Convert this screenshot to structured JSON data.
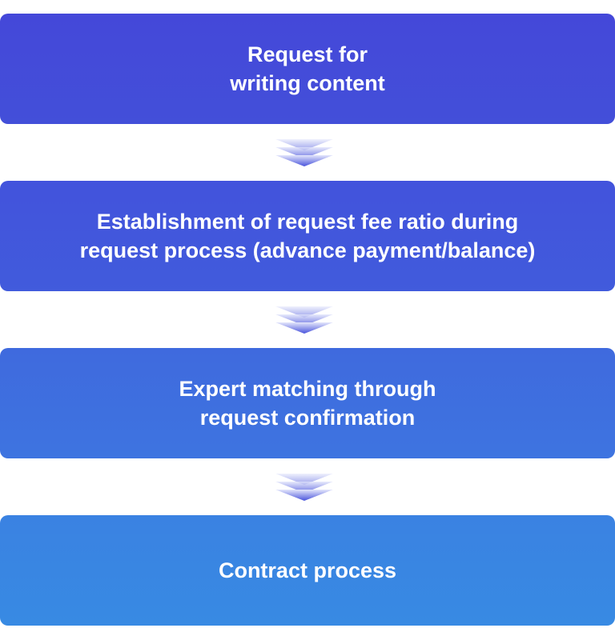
{
  "steps": [
    {
      "label": "Request for\nwriting content"
    },
    {
      "label": "Establishment of request fee ratio during\nrequest process (advance payment/balance)"
    },
    {
      "label": "Expert matching through\n request confirmation"
    },
    {
      "label": "Contract process"
    }
  ],
  "colors": {
    "step_1": "#4449d9",
    "step_2": "#4257dc",
    "step_3": "#3f6fdf",
    "step_4": "#3986e3",
    "arrow_light": "#dfe3fb",
    "arrow_dark": "#4b55dc",
    "background": "#ffffff"
  },
  "icons": {
    "connector": "chevron-down-icon"
  }
}
